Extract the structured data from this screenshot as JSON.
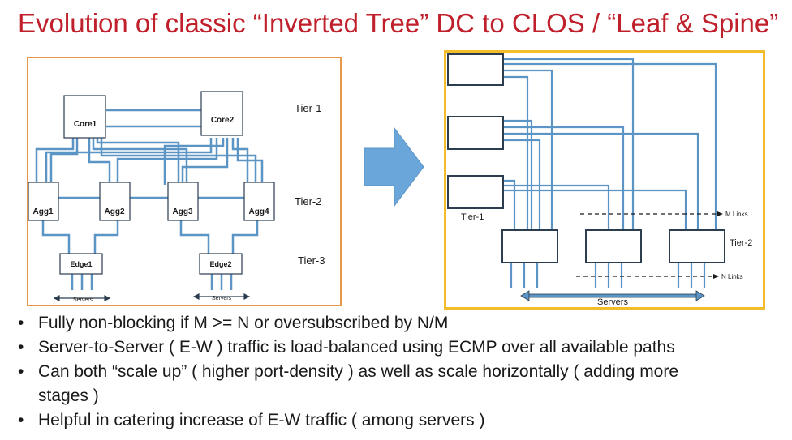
{
  "title": "Evolution of classic “Inverted Tree” DC to CLOS / “Leaf & Spine”",
  "left_diagram": {
    "core_nodes": [
      "Core1",
      "Core2"
    ],
    "agg_nodes": [
      "Agg1",
      "Agg2",
      "Agg3",
      "Agg4"
    ],
    "edge_nodes": [
      "Edge1",
      "Edge2"
    ],
    "tiers": [
      "Tier-1",
      "Tier-2",
      "Tier-3"
    ],
    "servers_label": "Servers"
  },
  "right_diagram": {
    "tier1_label": "Tier-1",
    "tier2_label": "Tier-2",
    "m_links_label": "M Links",
    "n_links_label": "N Links",
    "servers_label": "Servers"
  },
  "bullets": [
    "Fully non-blocking if M >= N or oversubscribed by N/M",
    "Server-to-Server ( E-W ) traffic is load-balanced using ECMP over all available paths",
    "Can both “scale up” ( higher port-density ) as well as scale horizontally ( adding more",
    "stages )",
    "Helpful in catering increase of E-W traffic ( among servers )"
  ],
  "bullet_symbol": "•",
  "colors": {
    "title": "#c0202b",
    "link": "#5b95c5",
    "node_border": "#2b3d4f",
    "left_border": "#e8964a",
    "right_border": "#f2bc2b",
    "arrow": "#6aa6d9"
  }
}
